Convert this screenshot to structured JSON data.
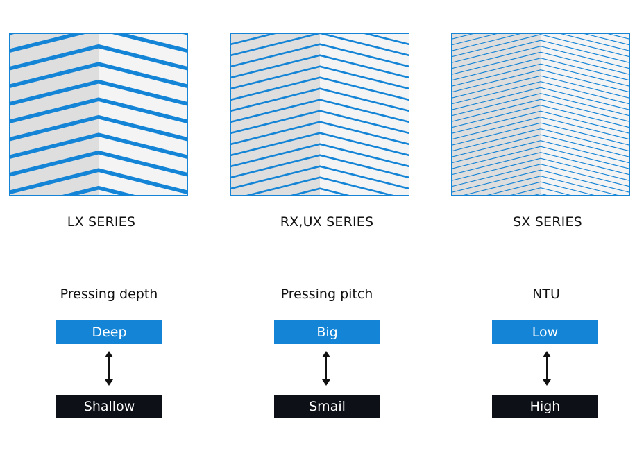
{
  "colors": {
    "accent_blue": "#1484d6",
    "dark_box": "#0d1117",
    "pattern_bg_left": "#dedede",
    "pattern_bg_right": "#f4f4f4"
  },
  "columns": [
    {
      "series": "LX SERIES",
      "metric": "Pressing depth",
      "top_value": "Deep",
      "bottom_value": "Shallow"
    },
    {
      "series": "RX,UX SERIES",
      "metric": "Pressing pitch",
      "top_value": "Big",
      "bottom_value": "Smail"
    },
    {
      "series": "SX SERIES",
      "metric": "NTU",
      "top_value": "Low",
      "bottom_value": "High"
    }
  ],
  "icons": {
    "arrow": "double-headed-vertical-arrow-icon",
    "pattern": "chevron-plate-pattern-icon"
  }
}
